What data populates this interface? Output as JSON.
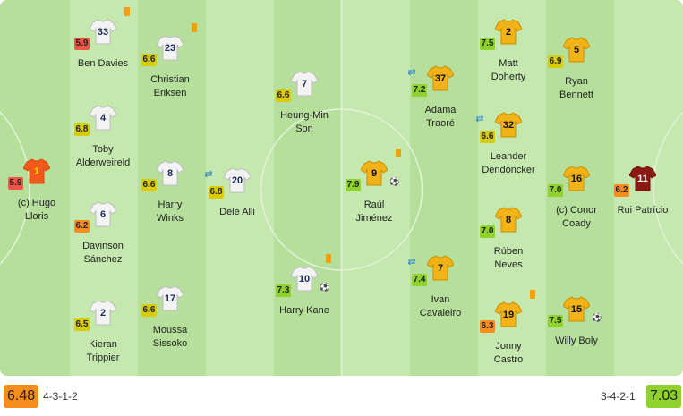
{
  "colors": {
    "pitch_dark": "#b6df9c",
    "pitch_light": "#c4e8ad",
    "home_shirt": "#f3f3f3",
    "home_keeper_shirt": "#f25a1c",
    "away_shirt": "#f2b318",
    "away_keeper_shirt": "#8b1a12",
    "rating_red": "#f25547",
    "rating_orange": "#f58c1e",
    "rating_yellow": "#d9cb06",
    "rating_green": "#8fd22c",
    "card_yellow": "#f5a000"
  },
  "home": {
    "rating": "6.48",
    "rating_level": "orange",
    "formation": "4-3-1-2",
    "players": [
      {
        "id": "hugo-lloris",
        "name_1": "(c) Hugo",
        "name_2": "Lloris",
        "number": "1",
        "rating": "5.9",
        "level": "red",
        "keeper": true,
        "card": false,
        "goal": false,
        "sub": false
      },
      {
        "id": "ben-davies",
        "name_1": "Ben Davies",
        "name_2": "",
        "number": "33",
        "rating": "5.9",
        "level": "red",
        "keeper": false,
        "card": true,
        "goal": false,
        "sub": false
      },
      {
        "id": "toby-alderweireld",
        "name_1": "Toby",
        "name_2": "Alderweireld",
        "number": "4",
        "rating": "6.8",
        "level": "yellow",
        "keeper": false,
        "card": false,
        "goal": false,
        "sub": false
      },
      {
        "id": "davinson-sanchez",
        "name_1": "Davinson",
        "name_2": "Sánchez",
        "number": "6",
        "rating": "6.2",
        "level": "orange",
        "keeper": false,
        "card": false,
        "goal": false,
        "sub": false
      },
      {
        "id": "kieran-trippier",
        "name_1": "Kieran",
        "name_2": "Trippier",
        "number": "2",
        "rating": "6.5",
        "level": "yellow",
        "keeper": false,
        "card": false,
        "goal": false,
        "sub": false
      },
      {
        "id": "christian-eriksen",
        "name_1": "Christian",
        "name_2": "Eriksen",
        "number": "23",
        "rating": "6.6",
        "level": "yellow",
        "keeper": false,
        "card": true,
        "goal": false,
        "sub": false
      },
      {
        "id": "harry-winks",
        "name_1": "Harry",
        "name_2": "Winks",
        "number": "8",
        "rating": "6.6",
        "level": "yellow",
        "keeper": false,
        "card": false,
        "goal": false,
        "sub": false
      },
      {
        "id": "moussa-sissoko",
        "name_1": "Moussa",
        "name_2": "Sissoko",
        "number": "17",
        "rating": "6.6",
        "level": "yellow",
        "keeper": false,
        "card": false,
        "goal": false,
        "sub": false
      },
      {
        "id": "dele-alli",
        "name_1": "Dele Alli",
        "name_2": "",
        "number": "20",
        "rating": "6.8",
        "level": "yellow",
        "keeper": false,
        "card": false,
        "goal": false,
        "sub": true
      },
      {
        "id": "heung-min-son",
        "name_1": "Heung-Min",
        "name_2": "Son",
        "number": "7",
        "rating": "6.6",
        "level": "yellow",
        "keeper": false,
        "card": false,
        "goal": false,
        "sub": false
      },
      {
        "id": "harry-kane",
        "name_1": "Harry Kane",
        "name_2": "",
        "number": "10",
        "rating": "7.3",
        "level": "green",
        "keeper": false,
        "card": true,
        "goal": true,
        "sub": false
      }
    ]
  },
  "away": {
    "rating": "7.03",
    "rating_level": "green",
    "formation": "3-4-2-1",
    "players": [
      {
        "id": "raul-jimenez",
        "name_1": "Raúl",
        "name_2": "Jiménez",
        "number": "9",
        "rating": "7.9",
        "level": "green",
        "keeper": false,
        "card": true,
        "goal": true,
        "sub": false
      },
      {
        "id": "adama-traore",
        "name_1": "Adama",
        "name_2": "Traoré",
        "number": "37",
        "rating": "7.2",
        "level": "green",
        "keeper": false,
        "card": false,
        "goal": false,
        "sub": true
      },
      {
        "id": "ivan-cavaleiro",
        "name_1": "Ivan",
        "name_2": "Cavaleiro",
        "number": "7",
        "rating": "7.4",
        "level": "green",
        "keeper": false,
        "card": false,
        "goal": false,
        "sub": true
      },
      {
        "id": "matt-doherty",
        "name_1": "Matt",
        "name_2": "Doherty",
        "number": "2",
        "rating": "7.5",
        "level": "green",
        "keeper": false,
        "card": false,
        "goal": false,
        "sub": false
      },
      {
        "id": "leander-dendoncker",
        "name_1": "Leander",
        "name_2": "Dendoncker",
        "number": "32",
        "rating": "6.6",
        "level": "yellow",
        "keeper": false,
        "card": false,
        "goal": false,
        "sub": true
      },
      {
        "id": "ruben-neves",
        "name_1": "Rúben",
        "name_2": "Neves",
        "number": "8",
        "rating": "7.0",
        "level": "green",
        "keeper": false,
        "card": false,
        "goal": false,
        "sub": false
      },
      {
        "id": "jonny-castro",
        "name_1": "Jonny",
        "name_2": "Castro",
        "number": "19",
        "rating": "6.3",
        "level": "orange",
        "keeper": false,
        "card": true,
        "goal": false,
        "sub": false
      },
      {
        "id": "ryan-bennett",
        "name_1": "Ryan",
        "name_2": "Bennett",
        "number": "5",
        "rating": "6.9",
        "level": "yellow",
        "keeper": false,
        "card": false,
        "goal": false,
        "sub": false
      },
      {
        "id": "conor-coady",
        "name_1": "(c) Conor",
        "name_2": "Coady",
        "number": "16",
        "rating": "7.0",
        "level": "green",
        "keeper": false,
        "card": false,
        "goal": false,
        "sub": false
      },
      {
        "id": "willy-boly",
        "name_1": "Willy Boly",
        "name_2": "",
        "number": "15",
        "rating": "7.5",
        "level": "green",
        "keeper": false,
        "card": false,
        "goal": true,
        "sub": false
      },
      {
        "id": "rui-patricio",
        "name_1": "Rui Patrício",
        "name_2": "",
        "number": "11",
        "rating": "6.2",
        "level": "orange",
        "keeper": true,
        "card": false,
        "goal": false,
        "sub": false
      }
    ]
  }
}
